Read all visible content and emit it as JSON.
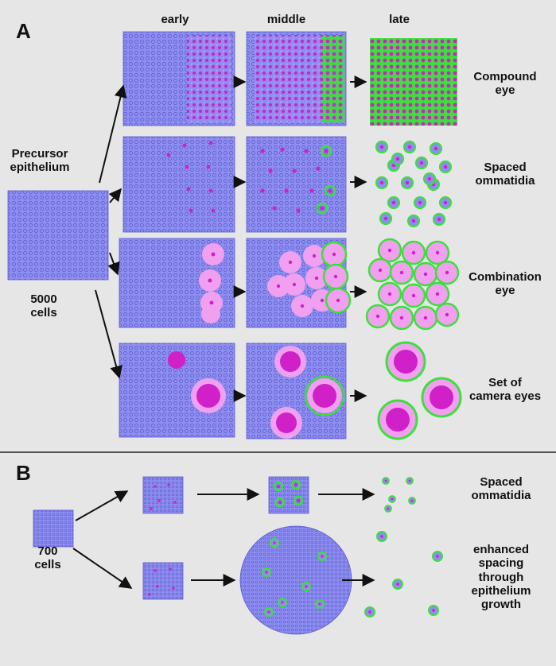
{
  "panelA": {
    "label": "A",
    "columns": [
      "early",
      "middle",
      "late"
    ],
    "precursor": {
      "title_line1": "Precursor",
      "title_line2": "epithelium",
      "count_line1": "5000",
      "count_line2": "cells"
    },
    "outcomes": [
      {
        "line1": "Compound",
        "line2": "eye"
      },
      {
        "line1": "Spaced",
        "line2": "ommatidia"
      },
      {
        "line1": "Combination",
        "line2": "eye"
      },
      {
        "line1": "Set of",
        "line2": "camera eyes"
      }
    ]
  },
  "panelB": {
    "label": "B",
    "precursor": {
      "count_line1": "700",
      "count_line2": "cells"
    },
    "outcomes": [
      {
        "line1": "Spaced",
        "line2": "ommatidia"
      },
      {
        "line1": "enhanced",
        "line2": "spacing",
        "line3": "through",
        "line4": "epithelium",
        "line5": "growth"
      }
    ]
  },
  "colors": {
    "background": "#e6e6e6",
    "cell_fill": "#8e8ef0",
    "cell_edge": "#5a5ad0",
    "magenta": "#d020c8",
    "pink": "#f0a0ee",
    "green": "#3ce03c"
  }
}
